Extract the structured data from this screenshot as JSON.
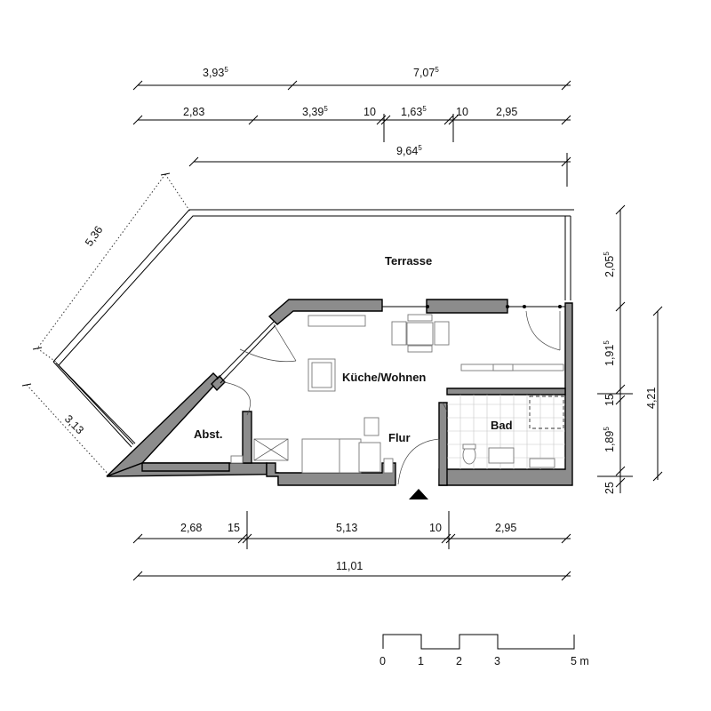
{
  "rooms": {
    "terrace": "Terrasse",
    "kitchen_living": "Küche/Wohnen",
    "bath": "Bad",
    "hall": "Flur",
    "storage": "Abst."
  },
  "dimensions": {
    "top_row1": [
      {
        "main": "3,93",
        "sup": "5"
      },
      {
        "main": "7,07",
        "sup": "5"
      }
    ],
    "top_row2": [
      {
        "main": "2,83",
        "sup": ""
      },
      {
        "main": "3,39",
        "sup": "5"
      },
      {
        "main": "10",
        "sup": ""
      },
      {
        "main": "1,63",
        "sup": "5"
      },
      {
        "main": "10",
        "sup": ""
      },
      {
        "main": "2,95",
        "sup": ""
      }
    ],
    "top_row3": {
      "main": "9,64",
      "sup": "5"
    },
    "diagonal_upper": "5,36",
    "diagonal_lower": "3,13",
    "right_inner": [
      {
        "main": "2,05",
        "sup": "5"
      },
      {
        "main": "1,91",
        "sup": "5"
      },
      {
        "main": "15",
        "sup": ""
      },
      {
        "main": "1,89",
        "sup": "5"
      },
      {
        "main": "25",
        "sup": ""
      }
    ],
    "right_outer": "4,21",
    "bottom_row1": [
      "2,68",
      "15",
      "5,13",
      "10",
      "2,95"
    ],
    "bottom_row2": "11,01"
  },
  "scale_bar": {
    "labels": [
      "0",
      "1",
      "2",
      "3",
      "5 m"
    ]
  },
  "colors": {
    "wall_fill": "#8c8c8c",
    "line": "#000000"
  }
}
